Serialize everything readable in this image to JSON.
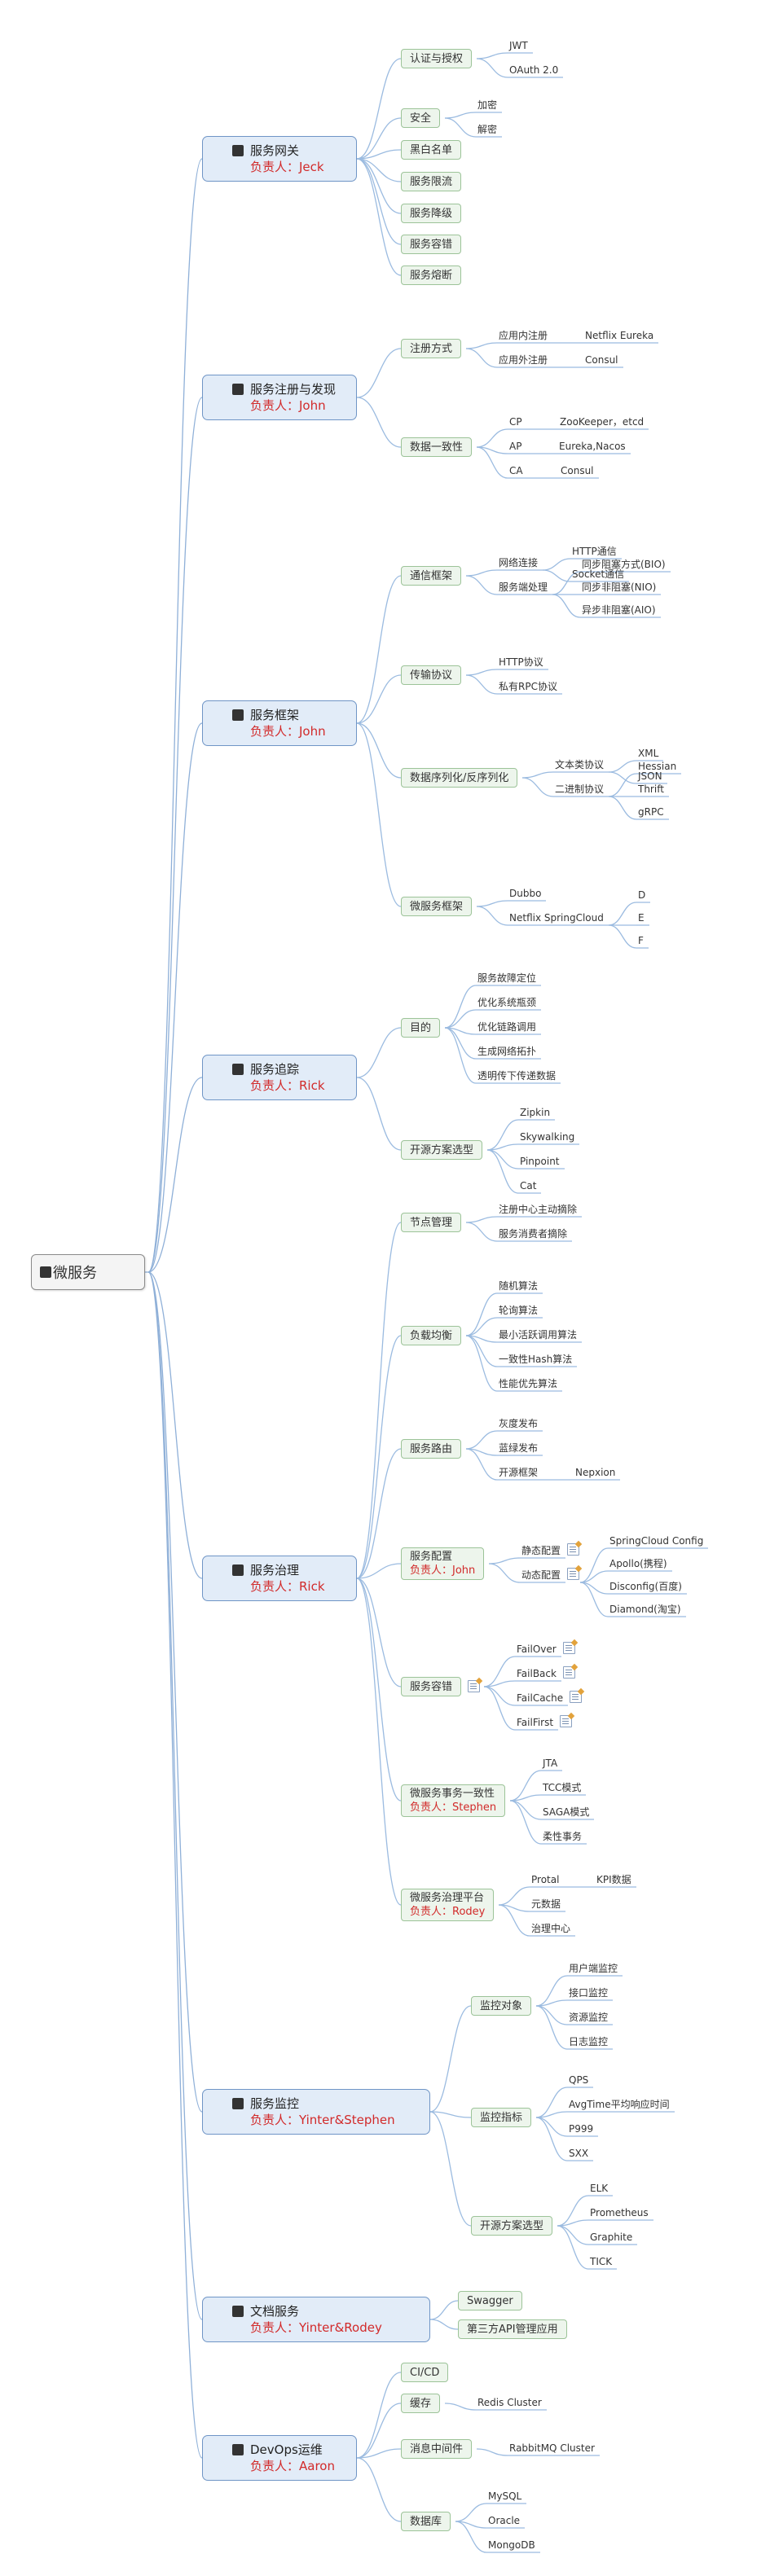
{
  "root": {
    "label": "微服务"
  },
  "branches": [
    {
      "title": "服务网关",
      "owner": "负责人：Jeck",
      "children": [
        {
          "label": "认证与授权",
          "children": [
            "JWT",
            "OAuth 2.0"
          ]
        },
        {
          "label": "安全",
          "children": [
            "加密",
            "解密"
          ]
        },
        {
          "label": "黑白名单"
        },
        {
          "label": "服务限流"
        },
        {
          "label": "服务降级"
        },
        {
          "label": "服务容错"
        },
        {
          "label": "服务熔断"
        }
      ]
    },
    {
      "title": "服务注册与发现",
      "owner": "负责人：John",
      "children": [
        {
          "label": "注册方式",
          "children": [
            {
              "label": "应用内注册",
              "value": "Netflix Eureka"
            },
            {
              "label": "应用外注册",
              "value": "Consul"
            }
          ]
        },
        {
          "label": "数据一致性",
          "children": [
            {
              "label": "CP",
              "value": "ZooKeeper，etcd"
            },
            {
              "label": "AP",
              "value": "Eureka,Nacos"
            },
            {
              "label": "CA",
              "value": "Consul"
            }
          ]
        }
      ]
    },
    {
      "title": "服务框架",
      "owner": "负责人：John",
      "children": [
        {
          "label": "通信框架",
          "children": [
            {
              "label": "网络连接",
              "children": [
                "HTTP通信",
                "Socket通信"
              ]
            },
            {
              "label": "服务端处理",
              "children": [
                "同步阻塞方式(BIO)",
                "同步非阻塞(NIO)",
                "异步非阻塞(AIO)"
              ]
            }
          ]
        },
        {
          "label": "传输协议",
          "children": [
            "HTTP协议",
            "私有RPC协议"
          ]
        },
        {
          "label": "数据序列化/反序列化",
          "children": [
            {
              "label": "文本类协议",
              "children": [
                "XML",
                "JSON"
              ]
            },
            {
              "label": "二进制协议",
              "children": [
                "Hessian",
                "Thrift",
                "gRPC"
              ]
            }
          ]
        },
        {
          "label": "微服务框架",
          "children": [
            {
              "label": "Dubbo"
            },
            {
              "label": "Netflix SpringCloud",
              "children": [
                "D",
                "E",
                "F"
              ]
            }
          ]
        }
      ]
    },
    {
      "title": "服务追踪",
      "owner": "负责人：Rick",
      "children": [
        {
          "label": "目的",
          "children": [
            "服务故障定位",
            "优化系统瓶颈",
            "优化链路调用",
            "生成网络拓扑",
            "透明传下传递数据"
          ]
        },
        {
          "label": "开源方案选型",
          "children": [
            "Zipkin",
            "Skywalking",
            "Pinpoint",
            "Cat"
          ]
        }
      ]
    },
    {
      "title": "服务治理",
      "owner": "负责人：Rick",
      "children": [
        {
          "label": "节点管理",
          "children": [
            "注册中心主动摘除",
            "服务消费者摘除"
          ]
        },
        {
          "label": "负载均衡",
          "children": [
            "随机算法",
            "轮询算法",
            "最小活跃调用算法",
            "一致性Hash算法",
            "性能优先算法"
          ]
        },
        {
          "label": "服务路由",
          "children": [
            {
              "label": "灰度发布"
            },
            {
              "label": "蓝绿发布"
            },
            {
              "label": "开源框架",
              "value": "Nepxion"
            }
          ]
        },
        {
          "label": "服务配置",
          "owner": "负责人：John",
          "children": [
            {
              "label": "静态配置",
              "note": true
            },
            {
              "label": "动态配置",
              "note": true,
              "children": [
                "SpringCloud Config",
                "Apollo(携程)",
                "Disconfig(百度)",
                "Diamond(淘宝)"
              ]
            }
          ]
        },
        {
          "label": "服务容错",
          "note": true,
          "children": [
            {
              "label": "FailOver",
              "note": true
            },
            {
              "label": "FailBack",
              "note": true
            },
            {
              "label": "FailCache",
              "note": true
            },
            {
              "label": "FailFirst",
              "note": true
            }
          ]
        },
        {
          "label": "微服务事务一致性",
          "owner": "负责人：Stephen",
          "children": [
            "JTA",
            "TCC模式",
            "SAGA模式",
            "柔性事务"
          ]
        },
        {
          "label": "微服务治理平台",
          "owner": "负责人：Rodey",
          "children": [
            {
              "label": "Protal",
              "value": "KPI数据"
            },
            {
              "label": "元数据"
            },
            {
              "label": "治理中心"
            }
          ]
        }
      ]
    },
    {
      "title": "服务监控",
      "owner": "负责人：Yinter&Stephen",
      "children": [
        {
          "label": "监控对象",
          "children": [
            "用户端监控",
            "接口监控",
            "资源监控",
            "日志监控"
          ]
        },
        {
          "label": "监控指标",
          "children": [
            "QPS",
            "AvgTime平均响应时间",
            "P999",
            "SXX"
          ]
        },
        {
          "label": "开源方案选型",
          "children": [
            "ELK",
            "Prometheus",
            "Graphite",
            "TICK"
          ]
        }
      ]
    },
    {
      "title": "文档服务",
      "owner": "负责人：Yinter&Rodey",
      "children": [
        {
          "label": "Swagger"
        },
        {
          "label": "第三方API管理应用"
        }
      ]
    },
    {
      "title": "DevOps运维",
      "owner": "负责人：Aaron",
      "children": [
        {
          "label": "CI/CD"
        },
        {
          "label": "缓存",
          "children": [
            "Redis Cluster"
          ]
        },
        {
          "label": "消息中间件",
          "children": [
            "RabbitMQ Cluster"
          ]
        },
        {
          "label": "数据库",
          "children": [
            "MySQL",
            "Oracle",
            "MongoDB"
          ]
        }
      ]
    }
  ]
}
